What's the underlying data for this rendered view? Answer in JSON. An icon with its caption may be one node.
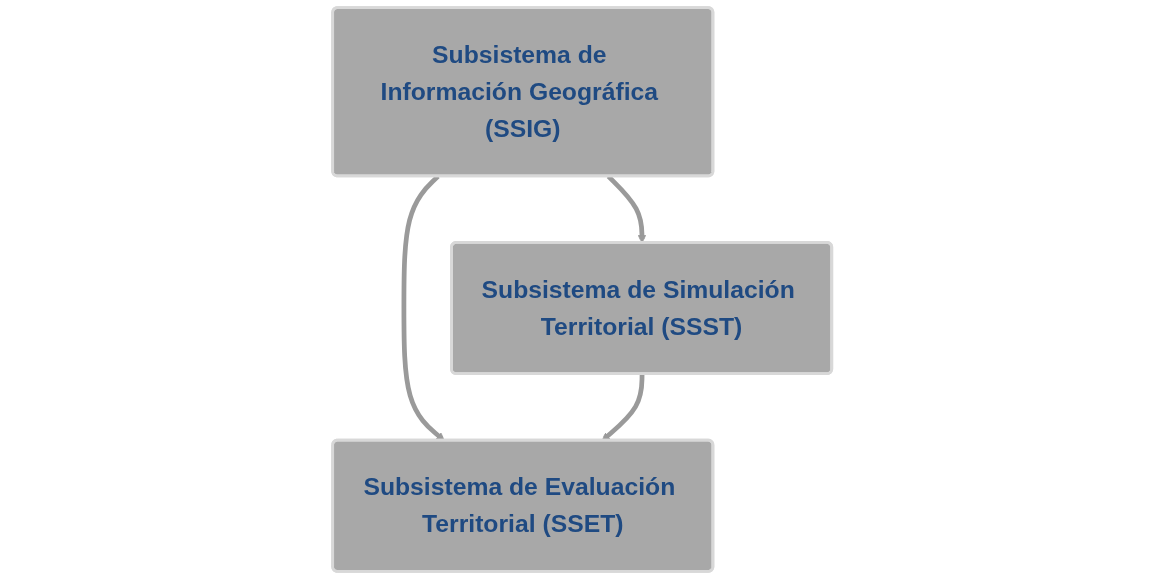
{
  "diagram": {
    "nodes": [
      {
        "text": [
          "Subsistema de Información Geográfica (SSIG)"
        ]
      },
      {
        "text": [
          "Subsistema de Simulación Territorial (SSST)"
        ]
      },
      {
        "text": [
          "Subsistema de Evaluación Territorial (SSET)"
        ]
      }
    ],
    "edges": [
      {
        "from": 0,
        "to": 1,
        "arrow": "to"
      },
      {
        "from": 0,
        "to": 2,
        "arrow": "to"
      },
      {
        "from": 1,
        "to": 2,
        "arrow": "to"
      }
    ]
  }
}
